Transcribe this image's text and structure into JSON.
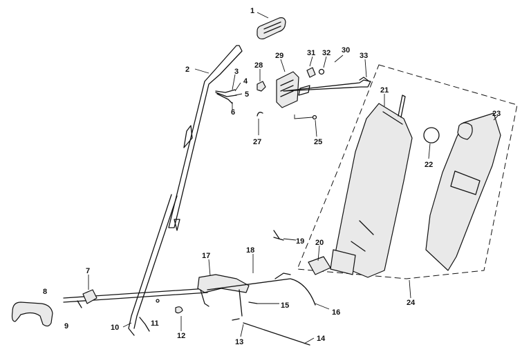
{
  "callouts": [
    {
      "id": "p1",
      "label": "1"
    },
    {
      "id": "p2",
      "label": "2"
    },
    {
      "id": "p3",
      "label": "3"
    },
    {
      "id": "p4",
      "label": "4"
    },
    {
      "id": "p5",
      "label": "5"
    },
    {
      "id": "p6",
      "label": "6"
    },
    {
      "id": "p7",
      "label": "7"
    },
    {
      "id": "p8",
      "label": "8"
    },
    {
      "id": "p9",
      "label": "9"
    },
    {
      "id": "p10",
      "label": "10"
    },
    {
      "id": "p11",
      "label": "11"
    },
    {
      "id": "p12",
      "label": "12"
    },
    {
      "id": "p13",
      "label": "13"
    },
    {
      "id": "p14",
      "label": "14"
    },
    {
      "id": "p15",
      "label": "15"
    },
    {
      "id": "p16",
      "label": "16"
    },
    {
      "id": "p17",
      "label": "17"
    },
    {
      "id": "p18",
      "label": "18"
    },
    {
      "id": "p19",
      "label": "19"
    },
    {
      "id": "p20",
      "label": "20"
    },
    {
      "id": "p21",
      "label": "21"
    },
    {
      "id": "p22",
      "label": "22"
    },
    {
      "id": "p23",
      "label": "23"
    },
    {
      "id": "p24",
      "label": "24"
    },
    {
      "id": "p25",
      "label": "25"
    },
    {
      "id": "p27",
      "label": "27"
    },
    {
      "id": "p28",
      "label": "28"
    },
    {
      "id": "p29",
      "label": "29"
    },
    {
      "id": "p30",
      "label": "30"
    },
    {
      "id": "p31",
      "label": "31"
    },
    {
      "id": "p32",
      "label": "32"
    },
    {
      "id": "p33",
      "label": "33"
    }
  ]
}
